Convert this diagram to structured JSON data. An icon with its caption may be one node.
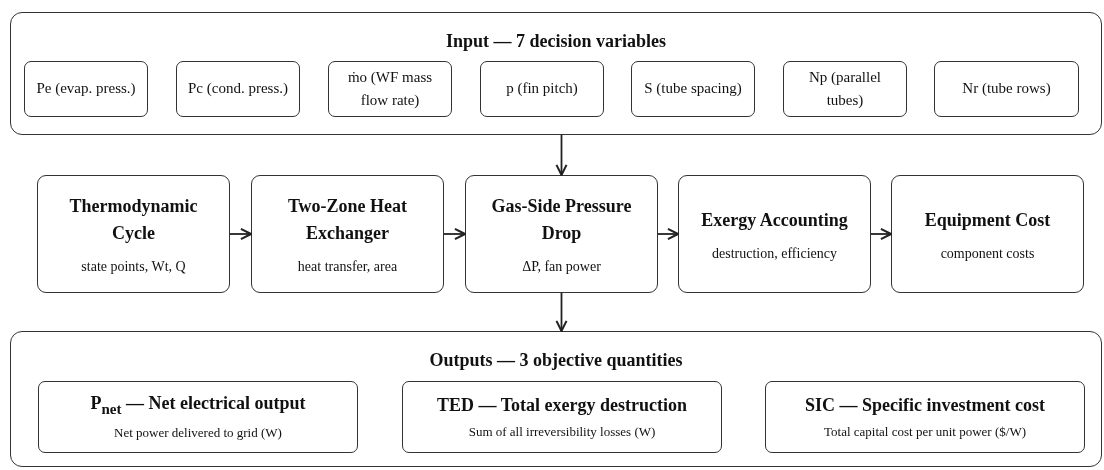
{
  "diagram": {
    "nodes": [
      {
        "text": [
          "Input — 7 decision variables"
        ]
      },
      {
        "text": [
          "Pe (evap. press.)"
        ],
        "in": 0
      },
      {
        "text": [
          "Pc (cond. press.)"
        ],
        "in": 0
      },
      {
        "text": [
          "ṁo (WF mass flow rate)"
        ],
        "in": 0
      },
      {
        "text": [
          "p (fin pitch)"
        ],
        "in": 0
      },
      {
        "text": [
          "S (tube spacing)"
        ],
        "in": 0
      },
      {
        "text": [
          "Np (parallel tubes)"
        ],
        "in": 0
      },
      {
        "text": [
          "Nr (tube rows)"
        ],
        "in": 0
      },
      {
        "text": [
          "Thermodynamic Cycle",
          "state points, Wt, Q"
        ]
      },
      {
        "text": [
          "Two-Zone Heat Exchanger",
          "heat transfer, area"
        ]
      },
      {
        "text": [
          "Gas-Side Pressure Drop",
          "ΔP, fan power"
        ]
      },
      {
        "text": [
          "Exergy Accounting",
          "destruction, efficiency"
        ]
      },
      {
        "text": [
          "Equipment Cost",
          "component costs"
        ]
      },
      {
        "text": [
          "Outputs — 3 objective quantities"
        ]
      },
      {
        "text": [
          "P$_{net}$ — Net electrical output",
          "Net power delivered to grid (W)"
        ],
        "in": 13
      },
      {
        "text": [
          "TED — Total exergy destruction",
          "Sum of all irreversibility losses (W)"
        ],
        "in": 13
      },
      {
        "text": [
          "SIC — Specific investment cost",
          "Total capital cost per unit power ($/W)"
        ],
        "in": 13
      }
    ],
    "edges": [
      {
        "from": 0,
        "to": 10,
        "arrow": "to"
      },
      {
        "from": 8,
        "to": 9,
        "arrow": "to"
      },
      {
        "from": 9,
        "to": 10,
        "arrow": "to"
      },
      {
        "from": 10,
        "to": 11,
        "arrow": "to"
      },
      {
        "from": 11,
        "to": 12,
        "arrow": "to"
      },
      {
        "from": 10,
        "to": 13,
        "arrow": "to"
      }
    ]
  }
}
